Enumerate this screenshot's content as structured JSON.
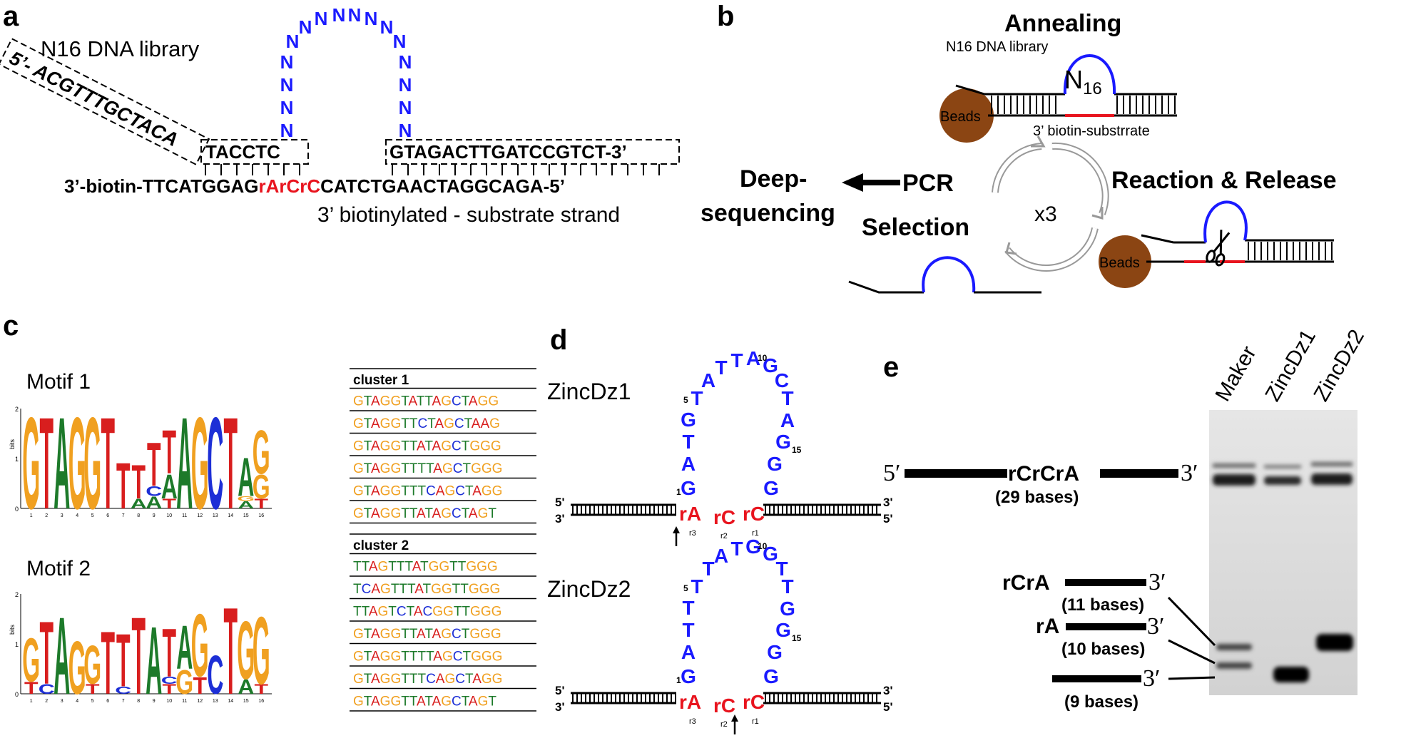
{
  "panels": {
    "a": {
      "letter": "a",
      "library_label": "N16 DNA library",
      "library_5prime": "5’- ACGTTTGCTACA",
      "library_left_arm": "TACCTC",
      "library_right_arm": "GTAGACTTGATCCGTCT-3’",
      "loop_n": "N",
      "substrate_left": "3’-biotin-TTCATGGAG",
      "substrate_rna": "rArCrC",
      "substrate_right": "CATCTGAACTAGGCAGA-5’",
      "substrate_caption": "3’ biotinylated - substrate strand"
    },
    "b": {
      "letter": "b",
      "annealing": "Annealing",
      "library_label": "N16 DNA library",
      "n16_main": "N",
      "n16_sub": "16",
      "beads": "Beads",
      "biotin_substrate": "3’ biotin-substrrate",
      "reaction_release": "Reaction & Release",
      "selection": "Selection",
      "pcr": "PCR",
      "deep_line1": "Deep-",
      "deep_line2": "sequencing",
      "cycles": "x3"
    },
    "c": {
      "letter": "c",
      "motif1": "Motif 1",
      "motif2": "Motif 2",
      "bits": "bits",
      "cluster1_title": "cluster 1",
      "cluster2_title": "cluster 2",
      "cluster1": [
        "GTAGGTATTAGCTAGG",
        "GTAGGTTCTAGCTAAG",
        "GTAGGTTATAGCTGGG",
        "GTAGGTTTTAGCTGGG",
        "GTAGGTTTCAGCTAGG",
        "GTAGGTTATAGCTAGT"
      ],
      "cluster2": [
        "TTAGTTTATGGTTGGG",
        "TCAGTTTATGGTTGGG",
        "TTAGTCTACGGTTGGG",
        "GTAGGTTATAGCTGGG",
        "GTAGGTTTTAGCTGGG",
        "GTAGGTTTCAGCTAGG",
        "GTAGGTTATAGCTAGT"
      ]
    },
    "d": {
      "letter": "d",
      "dz1_name": "ZincDz1",
      "dz2_name": "ZincDz2",
      "dz1_loop": "GATGTATTAGCTAGG",
      "dz2_loop": "GATTTTATGGTTGGG",
      "r3": "rA",
      "r2": "rC",
      "r1": "rC",
      "r3_sub": "r3",
      "r2_sub": "r2",
      "r1_sub": "r1",
      "num1": "1",
      "num5": "5",
      "num10": "10",
      "num15": "15",
      "five": "5'",
      "three": "3'"
    },
    "e": {
      "letter": "e",
      "lane1": "Maker",
      "lane2": "ZincDz1",
      "lane3": "ZincDz2",
      "full_5": "5′",
      "full_mid": "rCrCrA",
      "full_3": "3′",
      "full_len": "(29 bases)",
      "p11_label": "rCrA",
      "p11_3": "3′",
      "p11_len": "(11 bases)",
      "p10_label": "rA",
      "p10_3": "3′",
      "p10_len": "(10 bases)",
      "p9_3": "3′",
      "p9_len": "(9 bases)"
    }
  },
  "colors": {
    "blue": "#1a1aff",
    "red": "#e8141e",
    "bead": "#8b4513",
    "logo_green": "#1d7a2a",
    "logo_blue": "#1d2fd6",
    "logo_orange": "#f0a020",
    "logo_red": "#d81e1e"
  }
}
